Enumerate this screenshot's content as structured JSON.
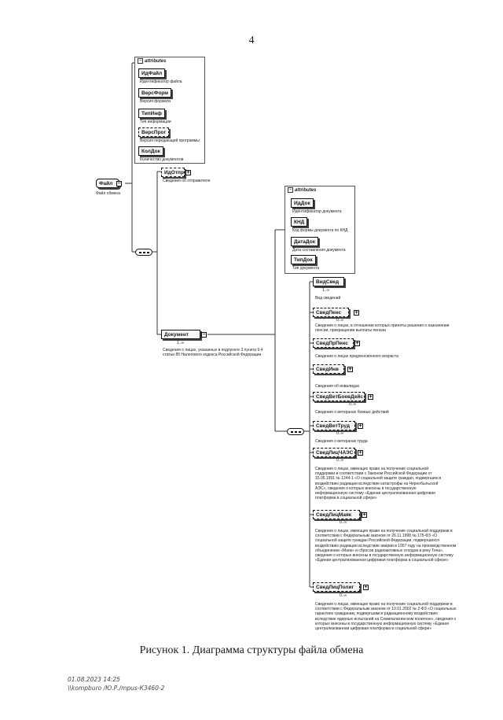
{
  "page_number": "4",
  "attributes_label": "attributes",
  "root": {
    "name": "Файл",
    "desc": "Файл обмена"
  },
  "top_attributes": [
    {
      "name": "ИдФайл",
      "desc": "Идентификатор файла",
      "optional": false
    },
    {
      "name": "ВерсФорм",
      "desc": "Версия формата",
      "optional": false
    },
    {
      "name": "ТипИнф",
      "desc": "Тип информации",
      "optional": false
    },
    {
      "name": "ВерсПрог",
      "desc": "Версия передающей программы",
      "optional": true
    },
    {
      "name": "КолДок",
      "desc": "Количество документов",
      "optional": false
    }
  ],
  "sender": {
    "name": "ИдОтпр",
    "desc": "Сведения об отправителе"
  },
  "document": {
    "name": "Документ",
    "card": "1..∞",
    "desc": "Сведения о лицах, указанных в подпункте 3 пункта 9.4 статьи 85 Налогового кодекса Российской Федерации"
  },
  "doc_attributes": [
    {
      "name": "ИдДок",
      "desc": "Идентификатор документа"
    },
    {
      "name": "КНД",
      "desc": "Код формы документа по КНД"
    },
    {
      "name": "ДатаДок",
      "desc": "Дата составления документа"
    },
    {
      "name": "ТипДок",
      "desc": "Тип документа"
    }
  ],
  "children": [
    {
      "name": "ВидСвед",
      "card": "1..∞",
      "desc": "Вид сведений",
      "optional": false
    },
    {
      "name": "СведПенс",
      "card": "0..∞",
      "desc": "Сведения о лицах, в отношении которых приняты решения о назначении пенсии, прекращении выплаты пенсии",
      "optional": true
    },
    {
      "name": "СведПрПенс",
      "card": "",
      "desc": "Сведения о лицах предпенсионного возраста",
      "optional": true
    },
    {
      "name": "СведИнв",
      "card": "",
      "desc": "Сведения об инвалидах",
      "optional": true
    },
    {
      "name": "СведВетБоевДейс",
      "card": "0..∞",
      "desc": "Сведения о ветеранах боевых действий",
      "optional": true
    },
    {
      "name": "СведВетТруд",
      "card": "0..∞",
      "desc": "Сведения о ветеранах труда",
      "optional": true
    },
    {
      "name": "СведЛицЧАЭС",
      "card": "0..∞",
      "desc": "Сведения о лицах, имеющих право на получение социальной поддержки в соответствии с Законом Российской Федерации от 15.05.1991 № 1244-1 «О социальной защите граждан, подвергшихся воздействию радиации вследствие катастрофы на Чернобыльской АЭС», сведения о которых внесены в государственную информационную систему «Единая централизованная цифровая платформа в социальной сфере»",
      "optional": true
    },
    {
      "name": "СведЛицМаяк",
      "card": "0..∞",
      "desc": "Сведения о лицах, имеющих право на получение социальной поддержки в соответствии с Федеральным законом от 26.11.1998 № 175-ФЗ «О социальной защите граждан Российской Федерации, подвергшихся воздействию радиации вследствие аварии в 1957 году на производственном объединении «Маяк» и сбросов радиоактивных отходов в реку Теча», сведения о которых внесены в государственную информационную систему «Единая централизованная цифровая платформа в социальной сфере»",
      "optional": true
    },
    {
      "name": "СведЛицПолиг",
      "card": "0..∞",
      "desc": "Сведения о лицах, имеющих право на получение социальной поддержки в соответствии с Федеральным законом от 10.01.2002 № 2-ФЗ «О социальных гарантиях гражданам, подвергшимся радиационному воздействию вследствие ядерных испытаний на Семипалатинском полигоне», сведения о которых внесены в государственную информационную систему «Единая централизованная цифровая платформа в социальной сфере»",
      "optional": true
    }
  ],
  "caption": "Рисунок 1. Диаграмма структуры файла обмена",
  "stamp": {
    "date": "01.08.2023 14:25",
    "user": "\\\\kompburo /Ю.Р./mpus-КЗ460-2"
  }
}
